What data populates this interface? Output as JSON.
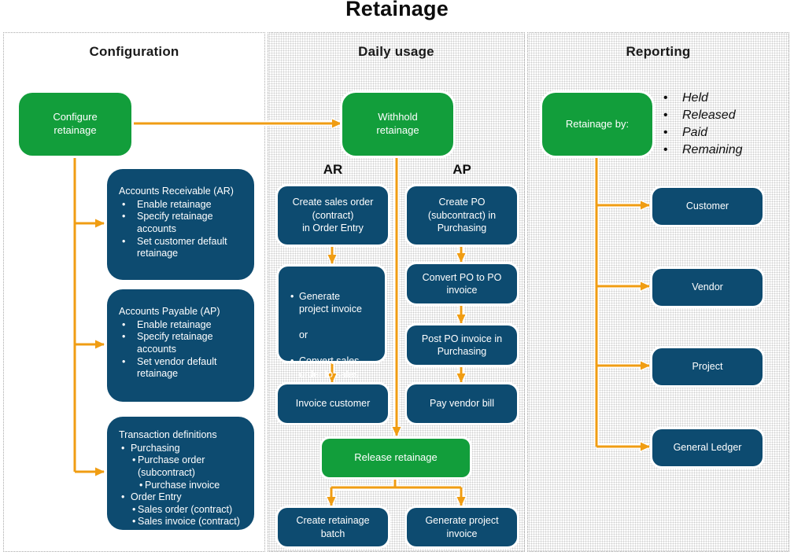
{
  "title": "Retainage",
  "colors": {
    "green": "#129e3b",
    "blue": "#0d4b70",
    "orange": "#f09d13"
  },
  "configuration": {
    "header": "Configuration",
    "start": "Configure\nretainage",
    "ar_box": {
      "title": "Accounts Receivable (AR)",
      "bullets": [
        "Enable retainage",
        "Specify retainage\naccounts",
        "Set customer default\nretainage"
      ]
    },
    "ap_box": {
      "title": "Accounts Payable (AP)",
      "bullets": [
        "Enable retainage",
        "Specify retainage\naccounts",
        "Set vendor default\nretainage"
      ]
    },
    "tx_box": {
      "title": "Transaction definitions",
      "lines": [
        {
          "level": 1,
          "text": "Purchasing"
        },
        {
          "level": 2,
          "text": "Purchase order\n(subcontract)"
        },
        {
          "level": 3,
          "text": "Purchase invoice"
        },
        {
          "level": 1,
          "text": "Order Entry"
        },
        {
          "level": 2,
          "text": "Sales order (contract)"
        },
        {
          "level": 2,
          "text": "Sales invoice (contract)"
        }
      ]
    }
  },
  "daily": {
    "header": "Daily usage",
    "start": "Withhold\nretainage",
    "ar_label": "AR",
    "ap_label": "AP",
    "ar1": "Create sales order\n(contract)\nin Order Entry",
    "ar2": {
      "b1": "Generate\nproject invoice",
      "or": "or",
      "b2": "Convert sales\norder to sales\ninvoice in OE"
    },
    "ar3": "Invoice customer",
    "ap1": "Create PO\n(subcontract) in\nPurchasing",
    "ap2": "Convert PO to PO\ninvoice",
    "ap3": "Post PO invoice in\nPurchasing",
    "ap4": "Pay vendor bill",
    "release": "Release retainage",
    "out1": "Create retainage\nbatch",
    "out2": "Generate project\ninvoice"
  },
  "reporting": {
    "header": "Reporting",
    "start": "Retainage by:",
    "statuses": [
      "Held",
      "Released",
      "Paid",
      "Remaining"
    ],
    "targets": [
      "Customer",
      "Vendor",
      "Project",
      "General Ledger"
    ]
  }
}
